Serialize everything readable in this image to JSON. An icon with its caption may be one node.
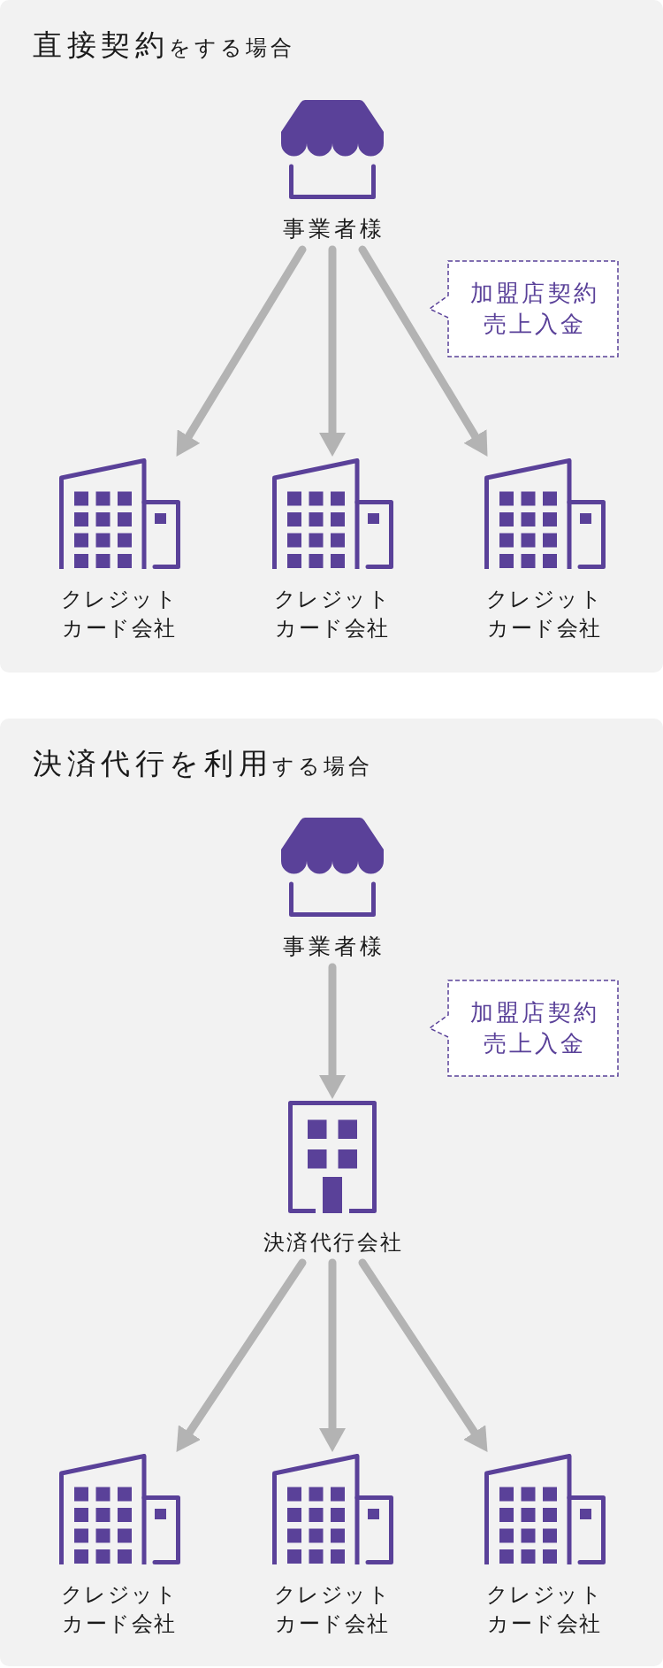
{
  "diagram": {
    "nodes": [
      {
        "text": [
          "直接契約",
          "をする場合"
        ]
      },
      {
        "text": [
          "事業者様"
        ],
        "in": 0
      },
      {
        "text": [
          "加盟店契約",
          "売上入金"
        ],
        "in": 0
      },
      {
        "text": [
          "クレジットカード会社"
        ],
        "in": 0
      },
      {
        "text": [
          "クレジットカード会社"
        ],
        "in": 0
      },
      {
        "text": [
          "クレジットカード会社"
        ],
        "in": 0
      },
      {
        "text": [
          "決済代行を利用",
          "する場合"
        ]
      },
      {
        "text": [
          "事業者様"
        ],
        "in": 6
      },
      {
        "text": [
          "加盟店契約",
          "売上入金"
        ],
        "in": 6
      },
      {
        "text": [
          "決済代行会社"
        ],
        "in": 6
      },
      {
        "text": [
          "クレジットカード会社"
        ],
        "in": 6
      },
      {
        "text": [
          "クレジットカード会社"
        ],
        "in": 6
      },
      {
        "text": [
          "クレジットカード会社"
        ],
        "in": 6
      }
    ],
    "edges": [
      {
        "from": 1,
        "to": 3,
        "arrow": "to"
      },
      {
        "from": 1,
        "to": 4,
        "arrow": "to"
      },
      {
        "from": 1,
        "to": 5,
        "arrow": "to"
      },
      {
        "from": 7,
        "to": 9,
        "arrow": "to"
      },
      {
        "from": 9,
        "to": 10,
        "arrow": "to"
      },
      {
        "from": 9,
        "to": 11,
        "arrow": "to"
      },
      {
        "from": 9,
        "to": 12,
        "arrow": "to"
      }
    ]
  }
}
